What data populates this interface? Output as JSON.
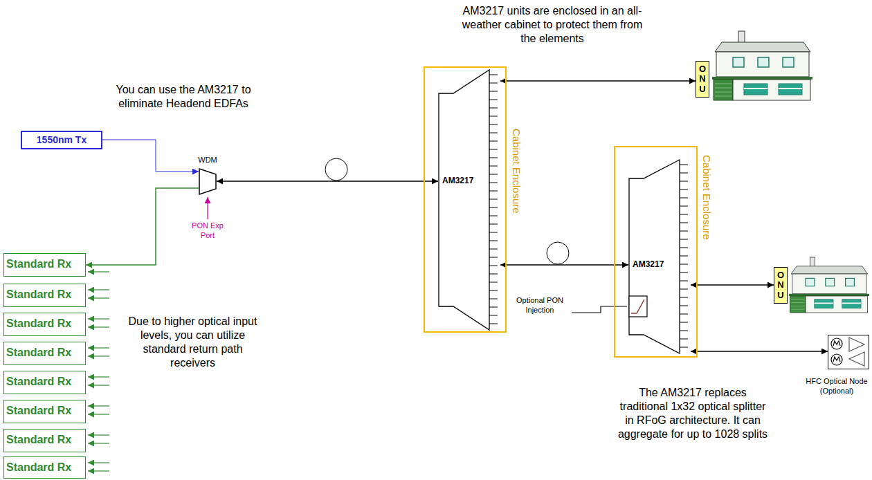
{
  "diagram": {
    "nodes": [
      {
        "text": [
          "1550nm Tx"
        ]
      },
      {
        "text": [
          "WDM"
        ]
      },
      {
        "text": [
          "Cabinet Enclosure"
        ]
      },
      {
        "text": [
          "AM3217"
        ],
        "in": 2
      },
      {
        "text": [
          "ONU"
        ]
      },
      {
        "text": [
          "Cabinet Enclosure"
        ]
      },
      {
        "text": [
          "AM3217"
        ],
        "in": 5
      },
      {
        "text": [
          "ONU"
        ]
      },
      {
        "text": [
          "HFC Optical Node (Optional)"
        ]
      },
      {
        "text": [
          "Standard Rx"
        ]
      },
      {
        "text": [
          "Standard Rx"
        ]
      },
      {
        "text": [
          "Standard Rx"
        ]
      },
      {
        "text": [
          "Standard Rx"
        ]
      },
      {
        "text": [
          "Standard Rx"
        ]
      },
      {
        "text": [
          "Standard Rx"
        ]
      },
      {
        "text": [
          "Standard Rx"
        ]
      },
      {
        "text": [
          "Standard Rx"
        ]
      }
    ],
    "edges": [
      {
        "from": 0,
        "to": 1,
        "arrow": "to"
      },
      {
        "from": 1,
        "to": 9,
        "arrow": "to"
      },
      {
        "from": 1,
        "to": 3,
        "arrow": "both"
      },
      {
        "from": 3,
        "to": 4,
        "arrow": "both"
      },
      {
        "from": 3,
        "to": 6,
        "arrow": "both"
      },
      {
        "from": 6,
        "to": 7,
        "arrow": "both"
      },
      {
        "from": 6,
        "to": 8,
        "arrow": "both"
      }
    ],
    "labels": [
      "AM3217 units are enclosed in an all-weather cabinet to protect them from the elements",
      "You can use the AM3217 to eliminate Headend EDFAs",
      "PON Exp Port",
      "Due to higher optical input levels, you can utilize standard return path receivers",
      "Optional PON Injection",
      "The AM3217 replaces traditional 1x32 optical splitter in RFoG architecture. It can aggregate for up to 1028 splits"
    ]
  }
}
